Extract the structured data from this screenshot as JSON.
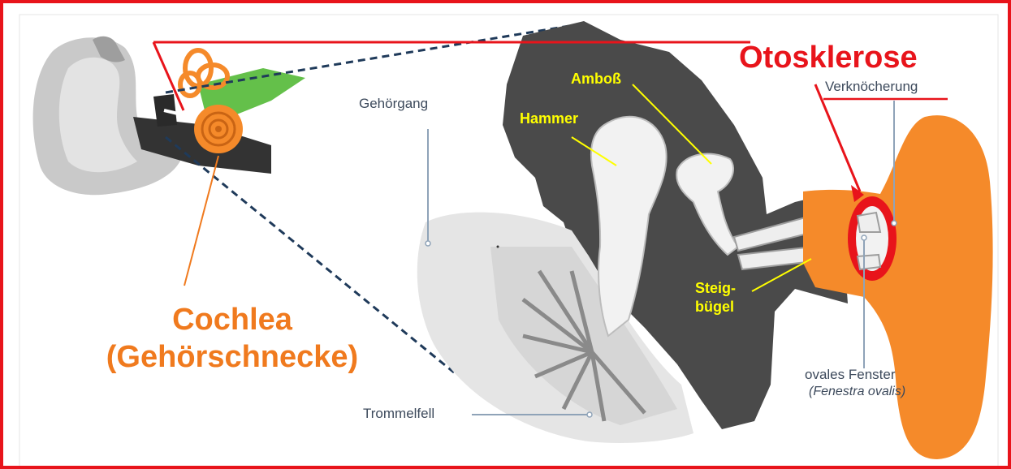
{
  "labels": {
    "otosklerose": "Otosklerose",
    "verknoecherung": "Verknöcherung",
    "gehoergang": "Gehörgang",
    "hammer": "Hammer",
    "amboss": "Amboß",
    "steigbuegel_line1": "Steig-",
    "steigbuegel_line2": "bügel",
    "cochlea_line1": "Cochlea",
    "cochlea_line2": "(Gehörschnecke)",
    "ovales_fenster": "ovales Fenster",
    "fenestra_ovalis": "(Fenestra ovalis)",
    "trommelfell": "Trommelfell"
  },
  "colors": {
    "frame": "#e8141b",
    "bone_dark": "#4a4a4a",
    "ossicle_light": "#eeeeee",
    "inner_ear_orange": "#f58a2a",
    "nerve_green": "#64c04a",
    "label_gray": "#3d4a5c",
    "label_yellow": "#ffff00",
    "accent_red": "#e8141b"
  }
}
